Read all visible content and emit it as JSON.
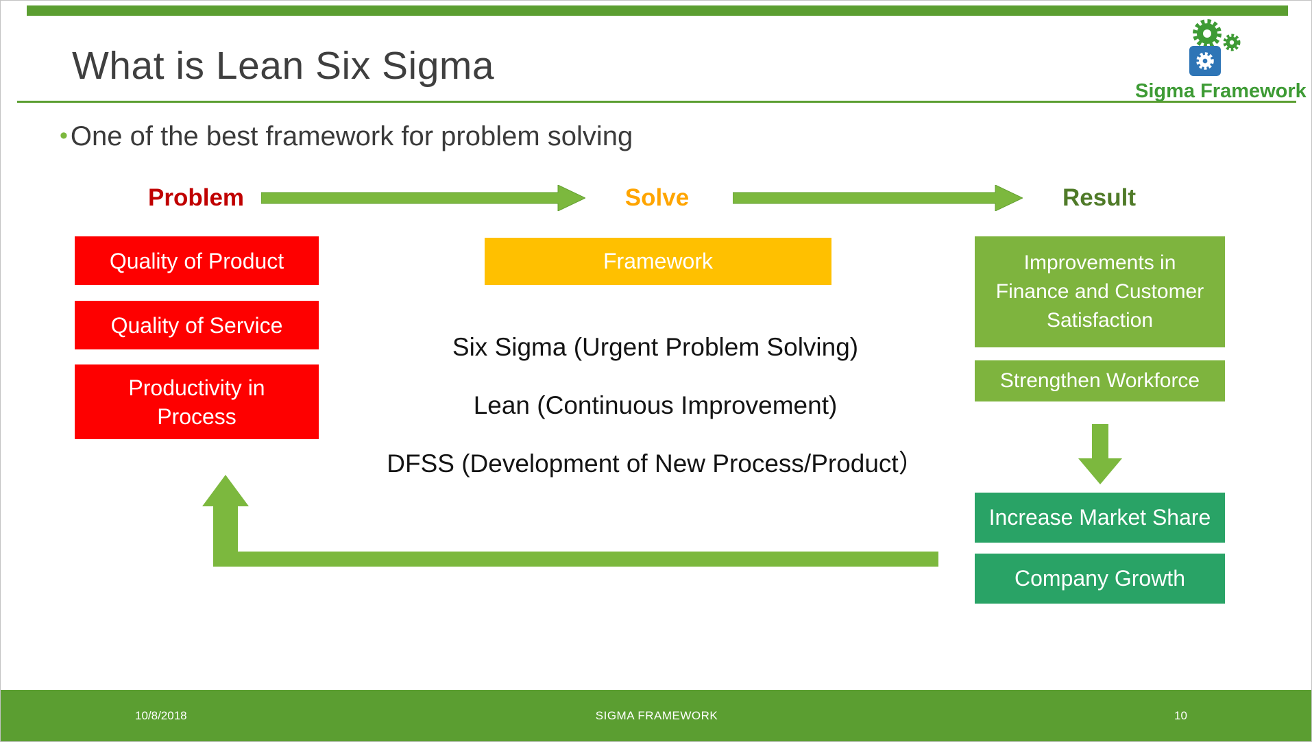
{
  "slide": {
    "title": "What is Lean Six Sigma",
    "bullet_glyph": "•",
    "bullet": "One of the best framework for problem solving",
    "logo_text": "Sigma Framework",
    "headers": {
      "problem": "Problem",
      "solve": "Solve",
      "result": "Result"
    },
    "problem_boxes": [
      "Quality of Product",
      "Quality of Service",
      "Productivity in Process"
    ],
    "solve_box": "Framework",
    "methods": [
      "Six Sigma (Urgent Problem Solving)",
      "Lean (Continuous Improvement)",
      "DFSS (Development of New Process/Product）"
    ],
    "result_boxes": [
      "Improvements in Finance and Customer Satisfaction",
      "Strengthen Workforce"
    ],
    "outcome_boxes": [
      "Increase Market Share",
      "Company Growth"
    ],
    "footer": {
      "date": "10/8/2018",
      "title": "SIGMA FRAMEWORK",
      "page": "10"
    }
  },
  "colors": {
    "accent_green": "#5B9E31",
    "arrow_green": "#7CB83E",
    "light_green_box": "#7EB43E",
    "teal_box": "#29A366",
    "red_box": "#FE0000",
    "amber_box": "#FFC000",
    "problem_text": "#C00000",
    "solve_text": "#FFA500",
    "result_text": "#4F7A28",
    "logo_green": "#3E9B35",
    "logo_blue": "#2E75B6",
    "title_gray": "#3F3F3F"
  }
}
